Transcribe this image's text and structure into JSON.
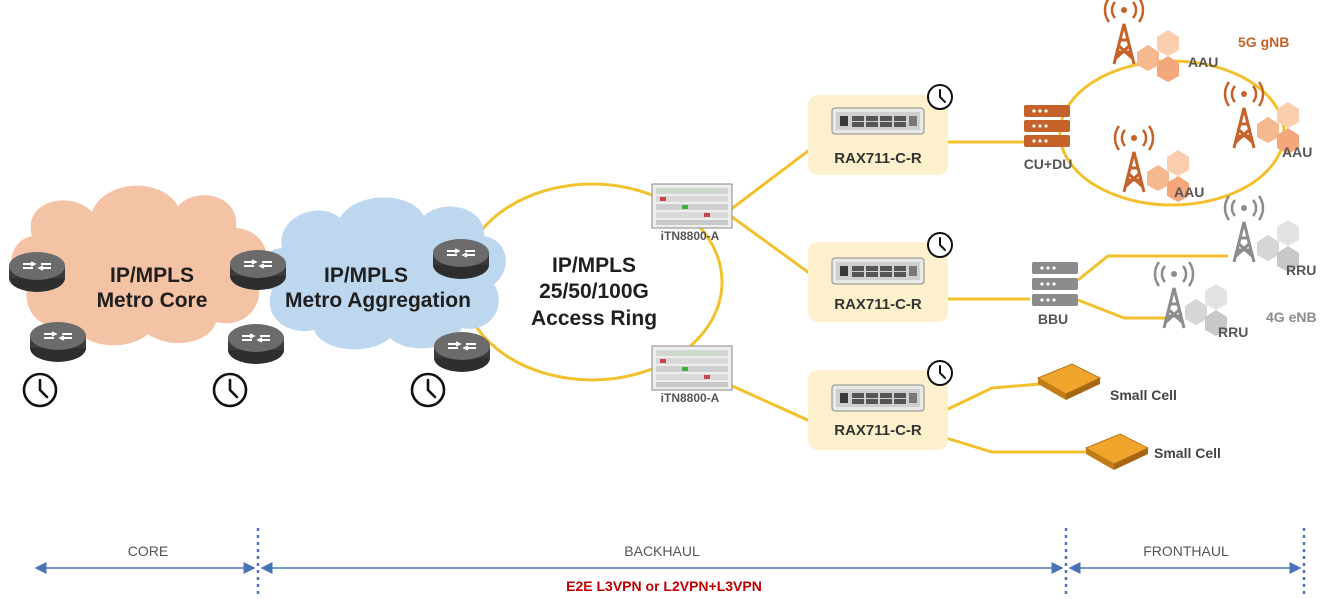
{
  "clouds": {
    "core_line1": "IP/MPLS",
    "core_line2": "Metro Core",
    "agg_line1": "IP/MPLS",
    "agg_line2": "Metro Aggregation"
  },
  "ring": {
    "line1": "IP/MPLS",
    "line2": "25/50/100G",
    "line3": "Access Ring"
  },
  "devices": {
    "itn_top": "iTN8800-A",
    "itn_bottom": "iTN8800-A",
    "rax_1": "RAX711-C-R",
    "rax_2": "RAX711-C-R",
    "rax_3": "RAX711-C-R",
    "cu_du": "CU+DU",
    "bbu": "BBU"
  },
  "radio": {
    "gnb_label": "5G gNB",
    "aau_1": "AAU",
    "aau_2": "AAU",
    "aau_3": "AAU",
    "enb_label": "4G eNB",
    "rru_1": "RRU",
    "rru_2": "RRU",
    "small_cell_1": "Small Cell",
    "small_cell_2": "Small Cell"
  },
  "segments": {
    "core": "CORE",
    "backhaul": "BACKHAUL",
    "fronthaul": "FRONTHAUL",
    "vpn": "E2E L3VPN or L2VPN+L3VPN"
  },
  "colors": {
    "link": "#f2c12e",
    "core_cloud": "#f4c2a4",
    "agg_cloud": "#bdd7ee",
    "rax_bg": "#fdf0cc",
    "orange": "#c5622a",
    "gray_icon": "#8c8c8c",
    "arrow": "#4a74b8",
    "vpn_text": "#c00000"
  }
}
